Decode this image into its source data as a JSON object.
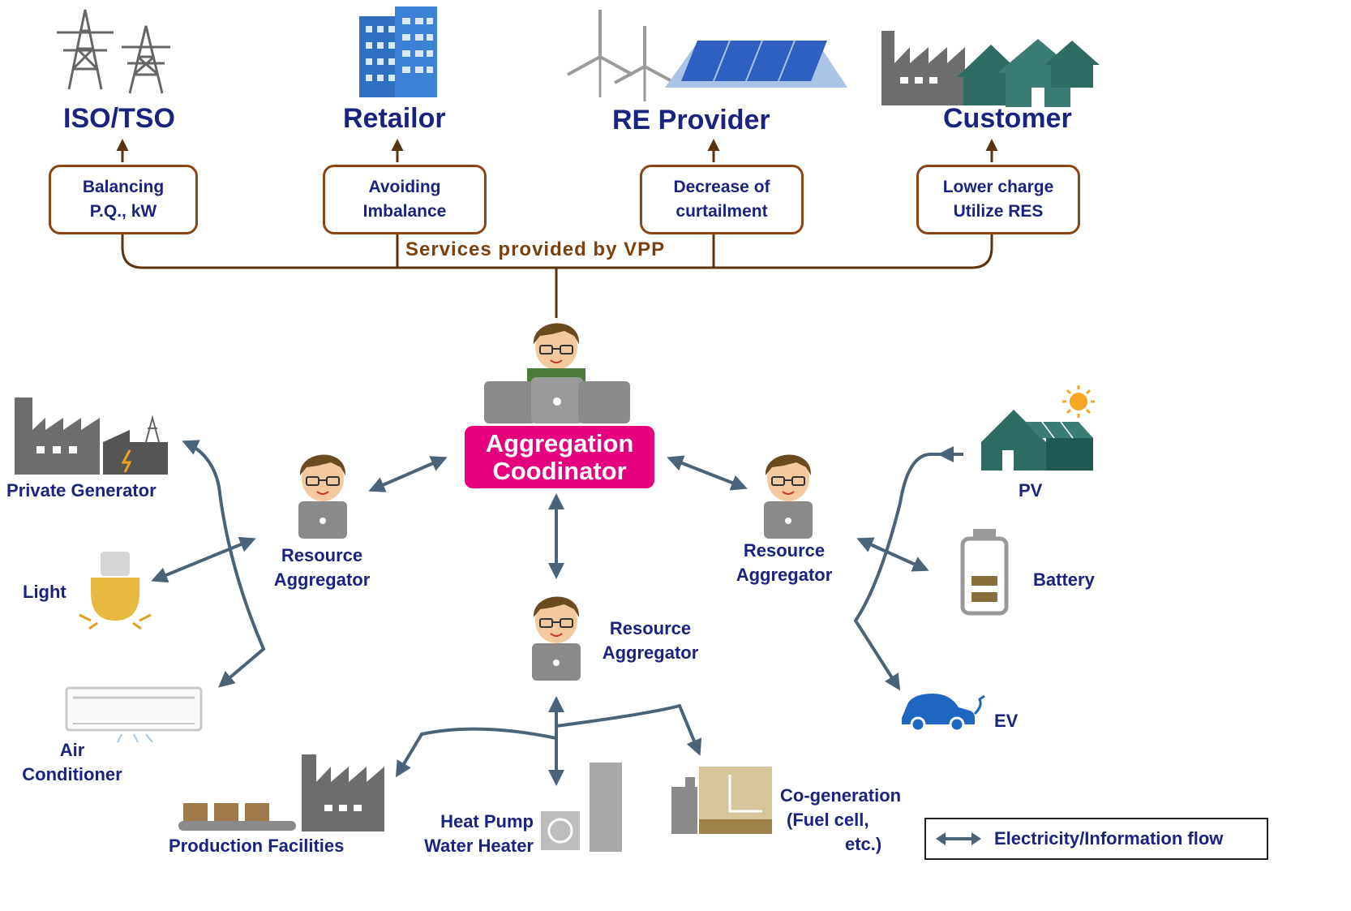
{
  "stakeholders": [
    {
      "name": "ISO/TSO",
      "service_line1": "Balancing",
      "service_line2": "P.Q., kW"
    },
    {
      "name": "Retailor",
      "service_line1": "Avoiding",
      "service_line2": "Imbalance"
    },
    {
      "name": "RE Provider",
      "service_line1": "Decrease of",
      "service_line2": "curtailment"
    },
    {
      "name": "Customer",
      "service_line1": "Lower charge",
      "service_line2": "Utilize RES"
    }
  ],
  "services_label": "Services provided by VPP",
  "coordinator": {
    "line1": "Aggregation",
    "line2": "Coodinator"
  },
  "aggregators": {
    "left": {
      "line1": "Resource",
      "line2": "Aggregator"
    },
    "center": {
      "line1": "Resource",
      "line2": "Aggregator"
    },
    "right": {
      "line1": "Resource",
      "line2": "Aggregator"
    }
  },
  "resources": {
    "private_generator": "Private Generator",
    "light": "Light",
    "air_conditioner_line1": "Air",
    "air_conditioner_line2": "Conditioner",
    "production_facilities": "Production Facilities",
    "heat_pump_line1": "Heat Pump",
    "heat_pump_line2": "Water Heater",
    "cogeneration_line1": "Co-generation",
    "cogeneration_line2": "(Fuel cell,",
    "cogeneration_line3": "etc.)",
    "pv": "PV",
    "battery": "Battery",
    "ev": "EV"
  },
  "legend": {
    "label": "Electricity/Information flow"
  },
  "colors": {
    "brown": "#8b4513",
    "navy": "#1a237e",
    "pink": "#e6007e",
    "arrow": "#4a6378"
  }
}
